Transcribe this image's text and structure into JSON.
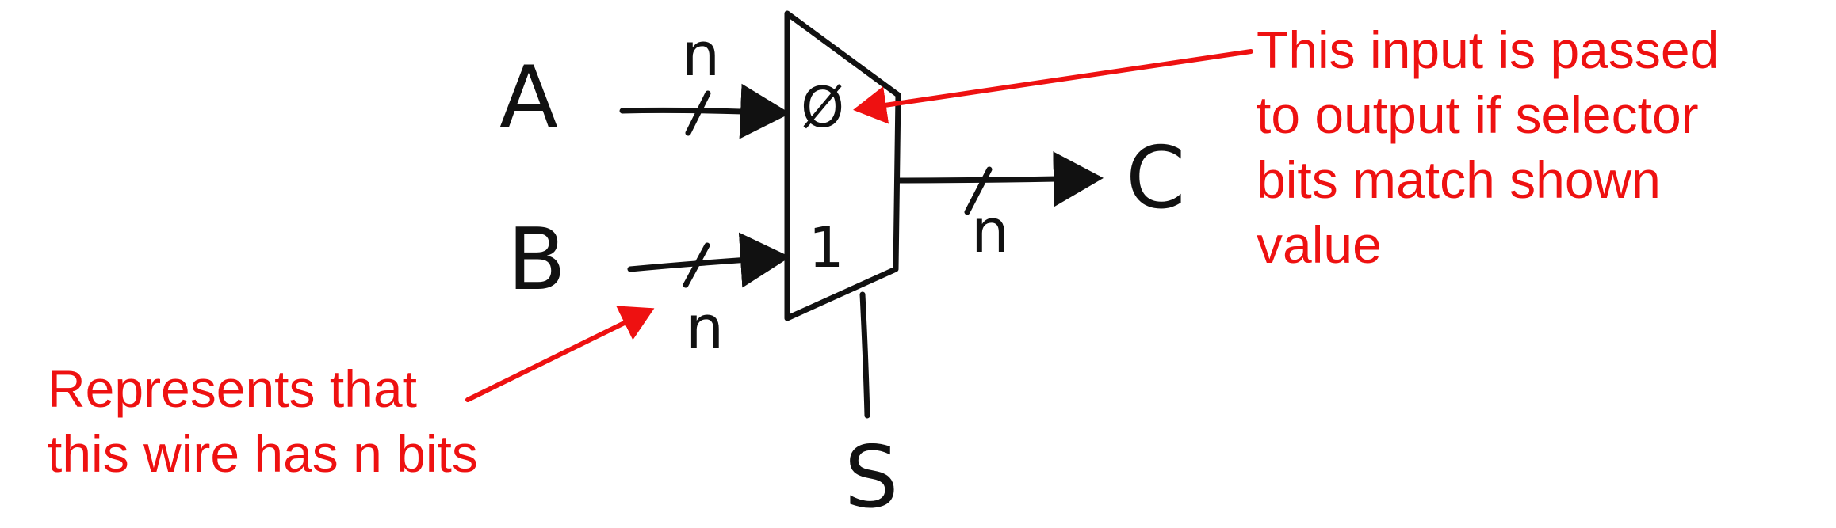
{
  "diagram": {
    "inputs": {
      "a_label": "A",
      "b_label": "B"
    },
    "output": {
      "c_label": "C"
    },
    "selector": {
      "s_label": "S"
    },
    "mux_ports": {
      "port0": "Ø",
      "port1": "1"
    },
    "bus_widths": {
      "a_width": "n",
      "b_width": "n",
      "c_width": "n"
    },
    "annotations": {
      "passed_input": [
        "This input is passed",
        "to output if selector",
        "bits match shown",
        "value"
      ],
      "wire_bits": [
        "Represents that",
        "this wire has n bits"
      ]
    },
    "colors": {
      "ink": "#111111",
      "annotation": "#ee1111",
      "background": "#ffffff"
    }
  }
}
